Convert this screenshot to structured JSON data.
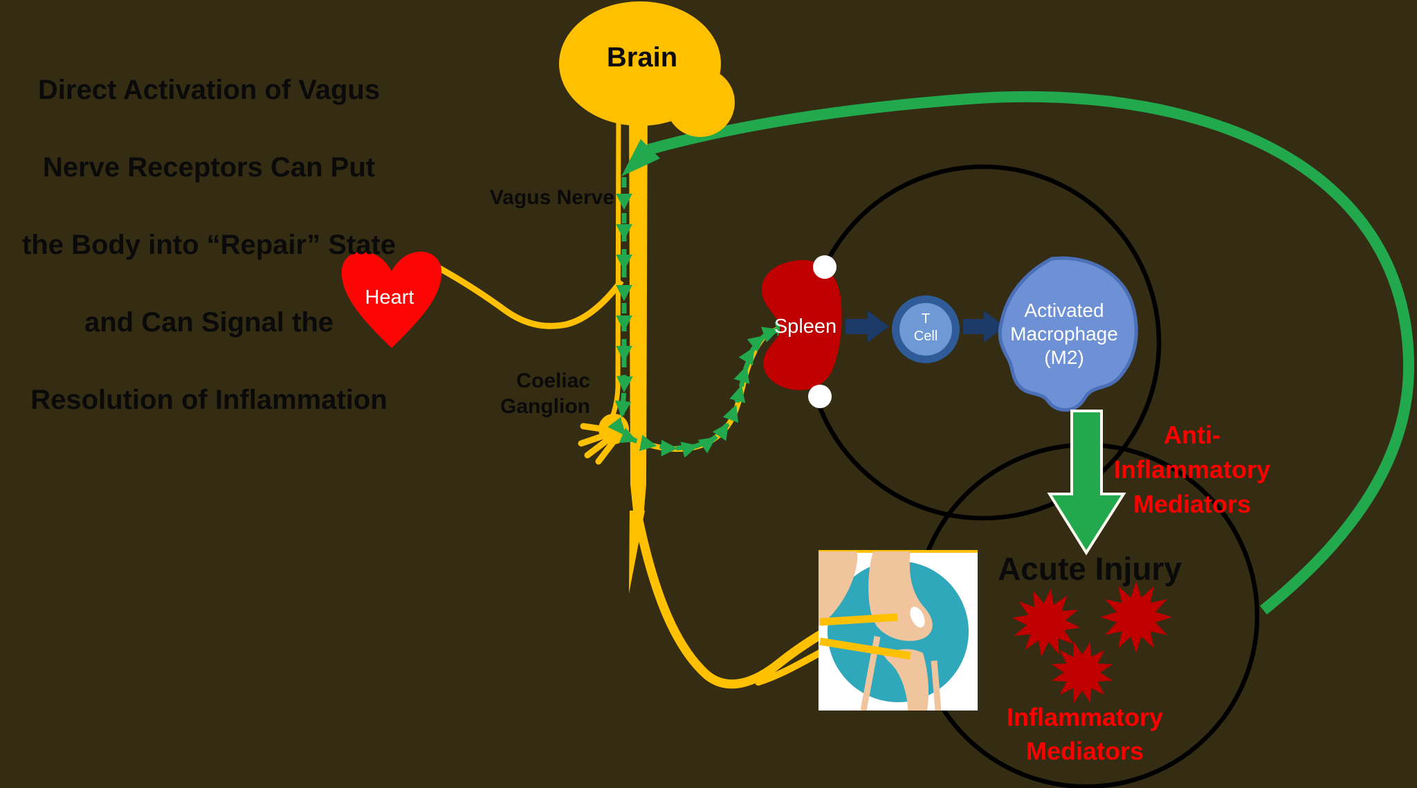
{
  "colors": {
    "background": "#342C13",
    "gold": "#FFC000",
    "green": "#22A84D",
    "bright_red": "#FB0505",
    "dark_red": "#C00000",
    "navy": "#1B3A68",
    "cell_blue_fill": "#6E99D5",
    "cell_blue_ring": "#2F5B98",
    "macrophage_fill": "#6E90D4",
    "macrophage_border": "#4C70B8",
    "knee_teal": "#2FA8BC",
    "bone_tan": "#F0C59E",
    "outline_black": "#000000",
    "text_white": "#FFFFFF",
    "text_red": "#FF0000"
  },
  "title": {
    "lines": [
      "Direct Activation of Vagus",
      "Nerve Receptors Can Put",
      "the Body into “Repair” State",
      "and Can Signal the",
      "Resolution of Inflammation"
    ]
  },
  "labels": {
    "brain": "Brain",
    "vagus_nerve": "Vagus Nerve",
    "heart": "Heart",
    "coeliac_ganglion": "Coeliac\nGanglion",
    "spleen": "Spleen",
    "t_cell": "T\nCell",
    "macrophage": "Activated\nMacrophage\n(M2)",
    "anti_inflammatory": "Anti-\nInflammatory\nMediators",
    "acute_injury": "Acute Injury",
    "inflammatory": "Inflammatory\nMediators"
  }
}
